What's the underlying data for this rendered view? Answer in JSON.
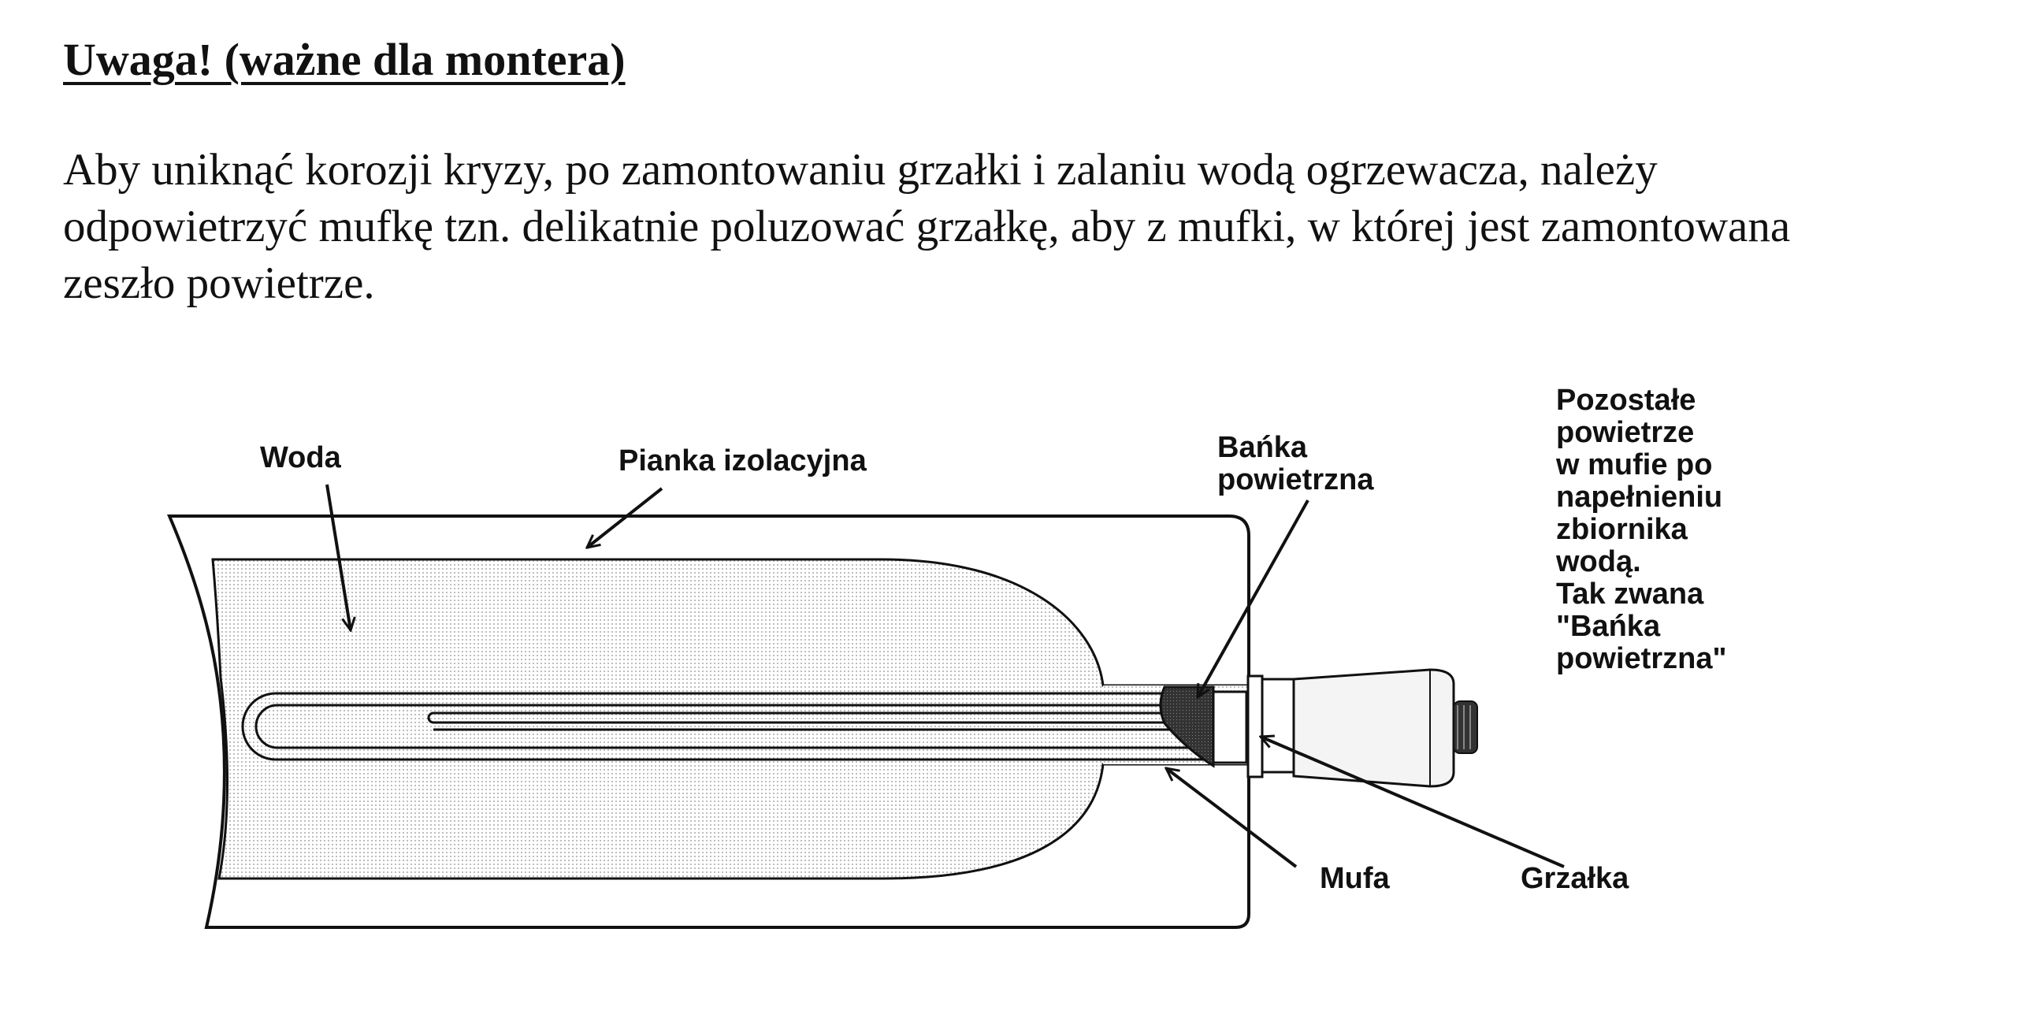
{
  "heading": "Uwaga! (ważne dla montera)",
  "paragraph_lines": [
    "Aby uniknąć korozji kryzy, po zamontowaniu grzałki i zalaniu wodą ogrzewacza, należy",
    "odpowietrzyć mufkę tzn. delikatnie poluzować grzałkę, aby z mufki, w której jest zamontowana",
    "zeszło powietrze."
  ],
  "labels": {
    "woda": "Woda",
    "pianka": "Pianka izolacyjna",
    "banka": [
      "Bańka",
      "powietrzna"
    ],
    "mufa": "Mufa",
    "grzalka": "Grzałka",
    "note": [
      "Pozostałe",
      "powietrze",
      "w mufie po",
      "napełnieniu",
      "zbiornika",
      "wodą.",
      "Tak zwana",
      "\"Bańka",
      "powietrzna\""
    ]
  }
}
